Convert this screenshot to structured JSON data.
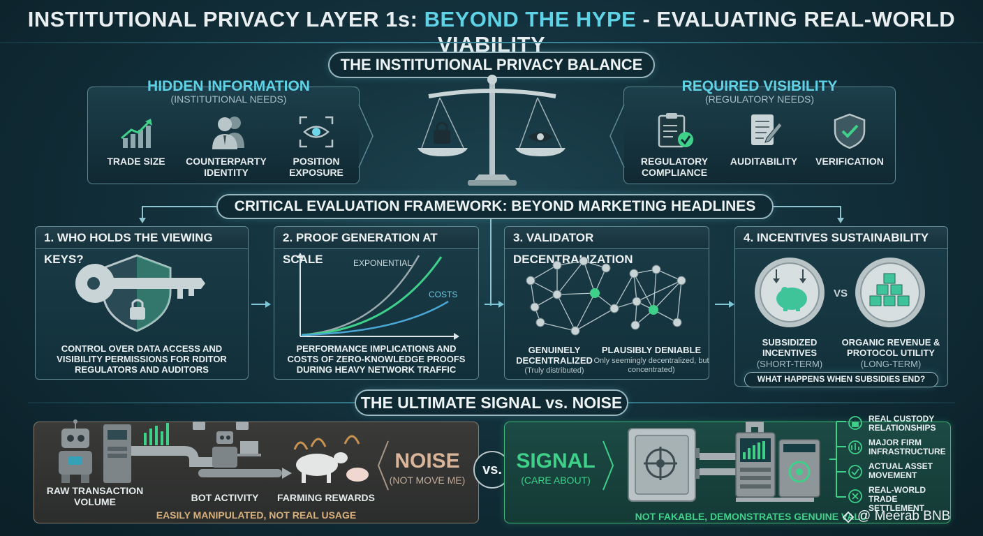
{
  "title": {
    "part1": "INSTITUTIONAL PRIVACY LAYER 1s: ",
    "accent": "BEYOND THE HYPE",
    "part2": " - EVALUATING REAL-WORLD VIABILITY"
  },
  "balance": {
    "heading": "THE INSTITUTIONAL PRIVACY BALANCE",
    "hidden": {
      "title": "HIDDEN INFORMATION",
      "subtitle": "(INSTITUTIONAL NEEDS)",
      "items": [
        "TRADE SIZE",
        "COUNTERPARTY IDENTITY",
        "POSITION EXPOSURE"
      ],
      "icons": [
        "chart-growth-icon",
        "people-icon",
        "eye-target-icon"
      ]
    },
    "required": {
      "title": "REQUIRED VISIBILITY",
      "subtitle": "(REGULATORY NEEDS)",
      "items": [
        "REGULATORY COMPLIANCE",
        "AUDITABILITY",
        "VERIFICATION"
      ],
      "icons": [
        "checklist-icon",
        "document-pen-icon",
        "shield-check-icon"
      ]
    }
  },
  "framework": {
    "heading": "CRITICAL EVALUATION FRAMEWORK: BEYOND MARKETING HEADLINES",
    "cards": [
      {
        "title": "1. WHO HOLDS THE VIEWING KEYS?",
        "text": "CONTROL OVER DATA ACCESS AND VISIBILITY PERMISSIONS FOR RDITOR REGULATORS AND AUDITORS"
      },
      {
        "title": "2. PROOF GENERATION AT SCALE",
        "text": "PERFORMANCE IMPLICATIONS AND COSTS OF ZERO-KNOWLEDGE PROOFS DURING HEAVY NETWORK TRAFFIC",
        "curve1": "EXPONENTIAL",
        "curve2": "COSTS"
      },
      {
        "title": "3. VALIDATOR DECENTRALIZATION",
        "left_label": "GENUINELY DECENTRALIZED",
        "left_note": "(Truly distributed)",
        "right_label": "PLAUSIBLY DENIABLE",
        "right_note": "Only seemingly decentralized, but concentrated)"
      },
      {
        "title": "4. INCENTIVES SUSTAINABILITY",
        "left_label": "SUBSIDIZED INCENTIVES",
        "left_note": "(SHORT-TERM)",
        "vs": "VS",
        "right_label": "ORGANIC REVENUE & PROTOCOL UTILITY",
        "right_note": "(LONG-TERM)",
        "footer": "WHAT HAPPENS WHEN SUBSIDIES END?"
      }
    ]
  },
  "signal": {
    "heading": "THE ULTIMATE SIGNAL vs. NOISE",
    "noise": {
      "items": [
        "RAW TRANSACTION VOLUME",
        "BOT ACTIVITY",
        "FARMING REWARDS"
      ],
      "label": "NOISE",
      "sublabel": "(NOT MOVE ME)",
      "footer": "EASILY MANIPULATED, NOT REAL USAGE"
    },
    "vs": "vs.",
    "signal": {
      "label": "SIGNAL",
      "sublabel": "(CARE ABOUT)",
      "items": [
        "REAL CUSTODY RELATIONSHIPS",
        "MAJOR FIRM INFRASTRUCTURE",
        "ACTUAL ASSET MOVEMENT",
        "REAL-WORLD TRADE SETTLEMENT"
      ],
      "footer": "NOT FAKABLE, DEMONSTRATES GENUINE VALU"
    },
    "watermark": "@ Meerab BNB"
  },
  "colors": {
    "accent": "#5fd2e6",
    "green": "#3fd08a",
    "noise": "#d9b59a",
    "panel_border": "#5d8894"
  }
}
